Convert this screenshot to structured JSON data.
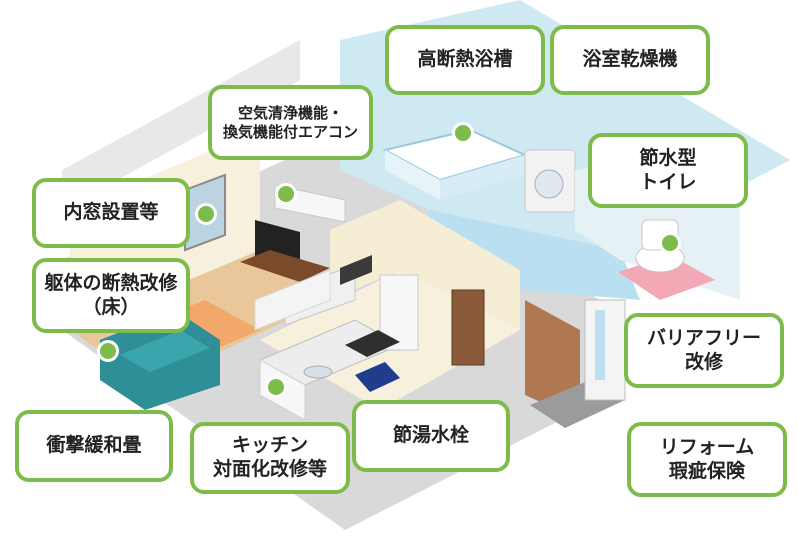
{
  "callouts": {
    "bathtub": "高断熱浴槽",
    "bathroom_dryer": "浴室乾燥機",
    "aircon": "空気清浄機能・\n換気機能付エアコン",
    "inner_window": "内窓設置等",
    "water_saving_toilet": "節水型\nトイレ",
    "floor_insulation": "躯体の断熱改修\n（床）",
    "barrier_free": "バリアフリー\n改修",
    "tatami": "衝撃緩和畳",
    "kitchen": "キッチン\n対面化改修等",
    "faucet": "節湯水栓",
    "warranty": "リフォーム\n瑕疵保険"
  },
  "colors": {
    "accent_green": "#7dbb4a",
    "bath_blue": "#cfe9f3",
    "floor_wood": "#e9c79a",
    "wall_cream": "#f6f0dc",
    "sofa_teal": "#2f8f96"
  }
}
